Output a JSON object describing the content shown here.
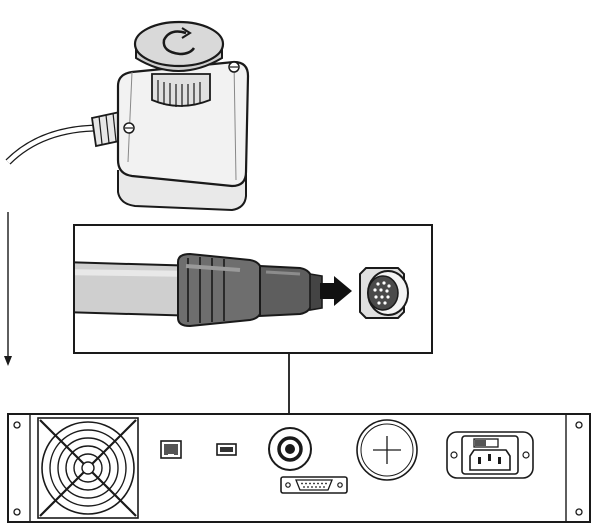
{
  "diagram": {
    "description_labels": [],
    "colors": {
      "outline": "#1a1a1a",
      "button_face": "#d9d9d9",
      "box_face": "#f2f2f2",
      "cable_light": "#cfcfcf",
      "cable_dark": "#6e6e6e",
      "arrow": "#111111"
    },
    "parts": {
      "emergency_stop": "emergency-stop-box",
      "connector_zoom": "connector-zoom-panel",
      "controller_rear": "controller-rear-panel"
    },
    "icons": [
      "fan-icon",
      "ethernet-port-icon",
      "usb-port-icon",
      "circular-socket-icon",
      "db-connector-icon",
      "power-inlet-icon",
      "round-cover-icon"
    ]
  }
}
